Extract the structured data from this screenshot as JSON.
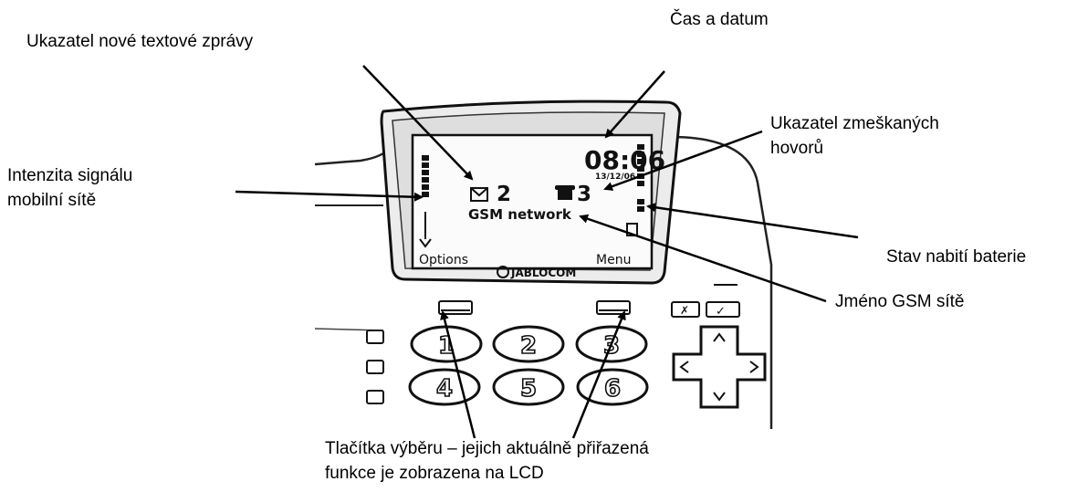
{
  "labels": {
    "new_sms": "Ukazatel nové textové zprávy",
    "time_date": "Čas a datum",
    "missed_calls_line1": "Ukazatel zmeškaných",
    "missed_calls_line2": "hovorů",
    "signal_line1": "Intenzita signálu",
    "signal_line2": "mobilní sítě",
    "battery": "Stav nabití baterie",
    "network_name": "Jméno GSM sítě",
    "softkeys_line1": "Tlačítka výběru –  jejich aktuálně přiřazená",
    "softkeys_line2": "funkce je zobrazena na LCD"
  },
  "lcd": {
    "time": "08:06",
    "date": "13/12/06",
    "sms_count": "2",
    "missed_count": "3",
    "network": "GSM network",
    "left_softkey": "Options",
    "right_softkey": "Menu"
  },
  "brand": "JABLOCOM",
  "keypad": [
    "1",
    "2",
    "3",
    "4",
    "5",
    "6"
  ]
}
